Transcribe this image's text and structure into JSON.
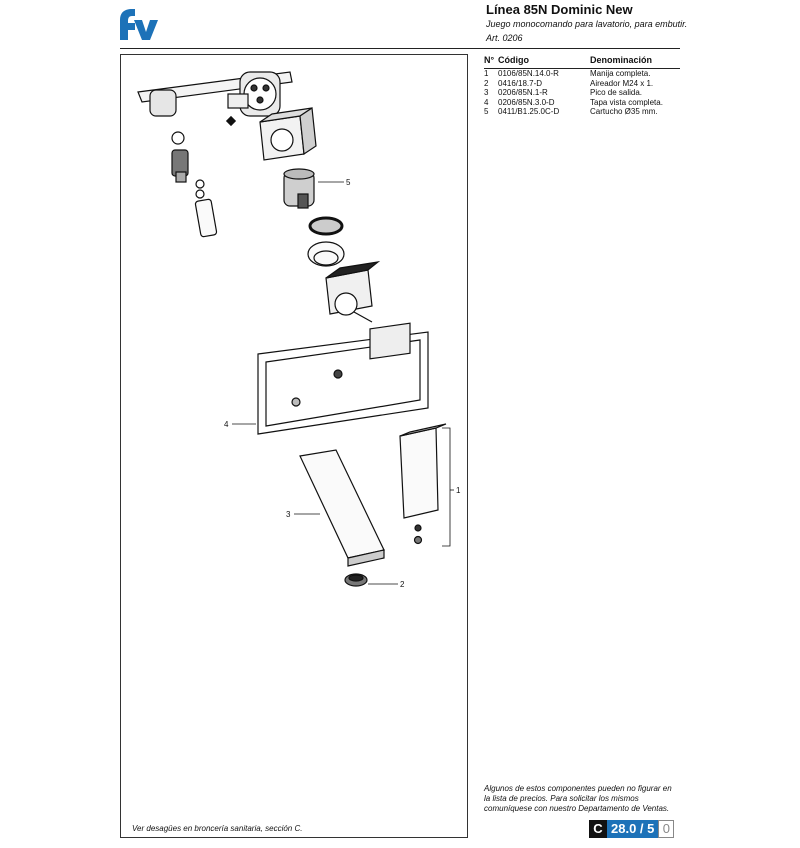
{
  "brand": {
    "logo_text": "fv",
    "logo_color": "#1d72b8"
  },
  "header": {
    "title": "Línea 85N Dominic New",
    "subtitle": "Juego monocomando para lavatorio, para embutir.",
    "article": "Art. 0206"
  },
  "parts_table": {
    "headers": {
      "num": "N°",
      "code": "Código",
      "name": "Denominación"
    },
    "rows": [
      {
        "num": "1",
        "code": "0106/85N.14.0-R",
        "name": "Manija completa."
      },
      {
        "num": "2",
        "code": "0416/18.7-D",
        "name": "Aireador M24 x 1."
      },
      {
        "num": "3",
        "code": "0206/85N.1-R",
        "name": "Pico de salida."
      },
      {
        "num": "4",
        "code": "0206/85N.3.0-D",
        "name": "Tapa vista completa."
      },
      {
        "num": "5",
        "code": "0411/B1.25.0C-D",
        "name": "Cartucho Ø35 mm."
      }
    ]
  },
  "diagram": {
    "callouts": {
      "c1": "1",
      "c2": "2",
      "c3": "3",
      "c4": "4",
      "c5": "5"
    },
    "note": "Ver desagües en broncería sanitaria, sección C."
  },
  "availability_note": "Algunos de estos componentes pueden no figurar en la lista de precios. Para solicitar los mismos comuníquese con nuestro Departamento de Ventas.",
  "page_badge": {
    "section": "C",
    "page": "28.0 / 5",
    "revision": "0",
    "accent": "#1d72b8"
  }
}
